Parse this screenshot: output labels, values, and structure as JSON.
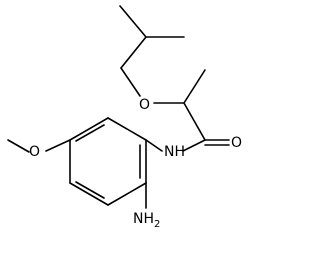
{
  "structure": {
    "atoms": {
      "ether_oxygen": "O",
      "carbonyl_oxygen": "O",
      "amide_nitrogen": "NH",
      "amine_group": "NH",
      "amine_subscript": "2",
      "methoxy_oxygen": "O"
    },
    "colors": {
      "bond": "#000000",
      "label": "#000000",
      "background": "#ffffff"
    }
  }
}
